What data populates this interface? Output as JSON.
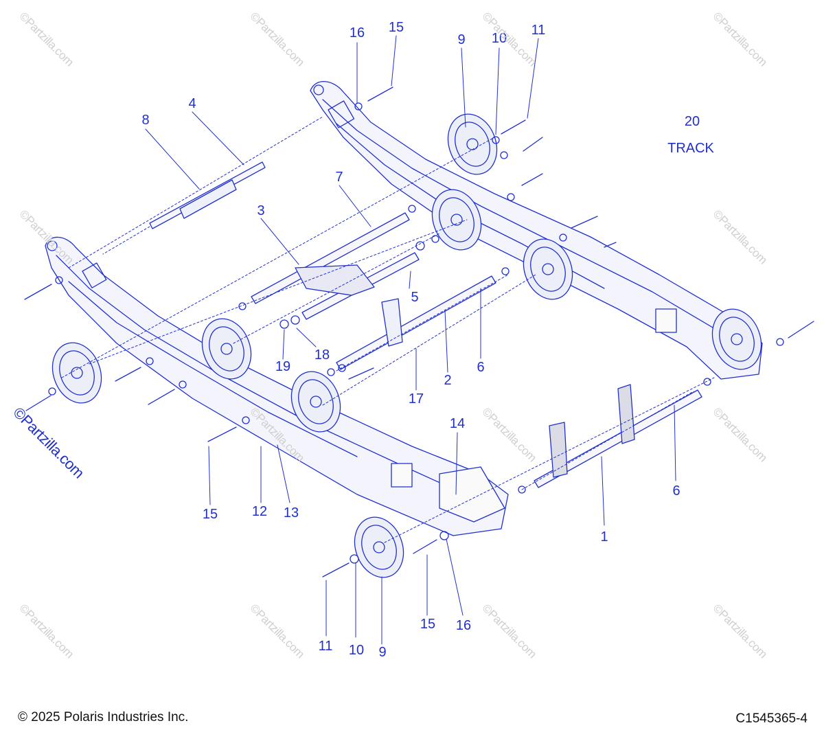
{
  "callouts": [
    {
      "id": "c16a",
      "text": "16"
    },
    {
      "id": "c15a",
      "text": "15"
    },
    {
      "id": "c9a",
      "text": "9"
    },
    {
      "id": "c10a",
      "text": "10"
    },
    {
      "id": "c11a",
      "text": "11"
    },
    {
      "id": "c8",
      "text": "8"
    },
    {
      "id": "c4",
      "text": "4"
    },
    {
      "id": "c7",
      "text": "7"
    },
    {
      "id": "c3",
      "text": "3"
    },
    {
      "id": "c5",
      "text": "5"
    },
    {
      "id": "c18",
      "text": "18"
    },
    {
      "id": "c19",
      "text": "19"
    },
    {
      "id": "c2",
      "text": "2"
    },
    {
      "id": "c6a",
      "text": "6"
    },
    {
      "id": "c17",
      "text": "17"
    },
    {
      "id": "c14",
      "text": "14"
    },
    {
      "id": "c6b",
      "text": "6"
    },
    {
      "id": "c1",
      "text": "1"
    },
    {
      "id": "c15b",
      "text": "15"
    },
    {
      "id": "c12",
      "text": "12"
    },
    {
      "id": "c13",
      "text": "13"
    },
    {
      "id": "c11b",
      "text": "11"
    },
    {
      "id": "c10b",
      "text": "10"
    },
    {
      "id": "c9b",
      "text": "9"
    },
    {
      "id": "c15c",
      "text": "15"
    },
    {
      "id": "c16b",
      "text": "16"
    }
  ],
  "track": {
    "number": "20",
    "label": "TRACK"
  },
  "watermark": {
    "text": "©Partzilla.com"
  },
  "footer": {
    "copyright": "© 2025 Polaris Industries Inc.",
    "part_number": "C1545365-4"
  },
  "colors": {
    "callout": "#1f2fd0",
    "line": "#1f2fd0",
    "watermark": "#cfcfcf"
  }
}
